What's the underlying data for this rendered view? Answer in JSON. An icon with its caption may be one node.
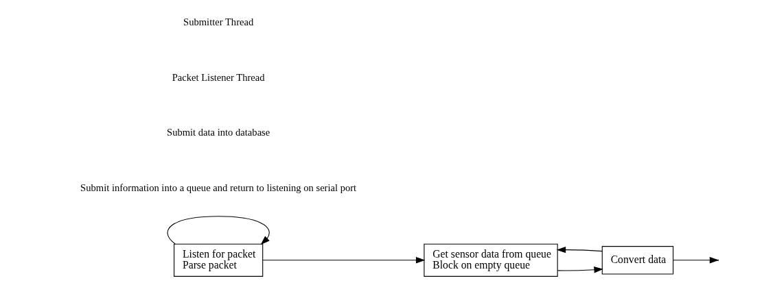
{
  "diagram": {
    "nodes": [
      {
        "text": [
          "Listen for packet",
          "Parse packet"
        ]
      },
      {
        "text": [
          "Get sensor data from queue",
          "Block on empty queue"
        ]
      },
      {
        "text": [
          "Convert data"
        ]
      }
    ],
    "edges": [
      {
        "from": 0,
        "to": 0,
        "arrow": "to"
      },
      {
        "from": 0,
        "to": 1,
        "arrow": "to"
      },
      {
        "from": 1,
        "to": 2,
        "arrow": "to"
      },
      {
        "from": 2,
        "to": 1,
        "arrow": "to"
      },
      {
        "from": 2,
        "to": null,
        "arrow": "to"
      }
    ],
    "labels": [
      "Submit information into a queue and return to listening on serial port",
      "Submit data into database",
      "Packet Listener Thread",
      "Submitter Thread"
    ]
  }
}
